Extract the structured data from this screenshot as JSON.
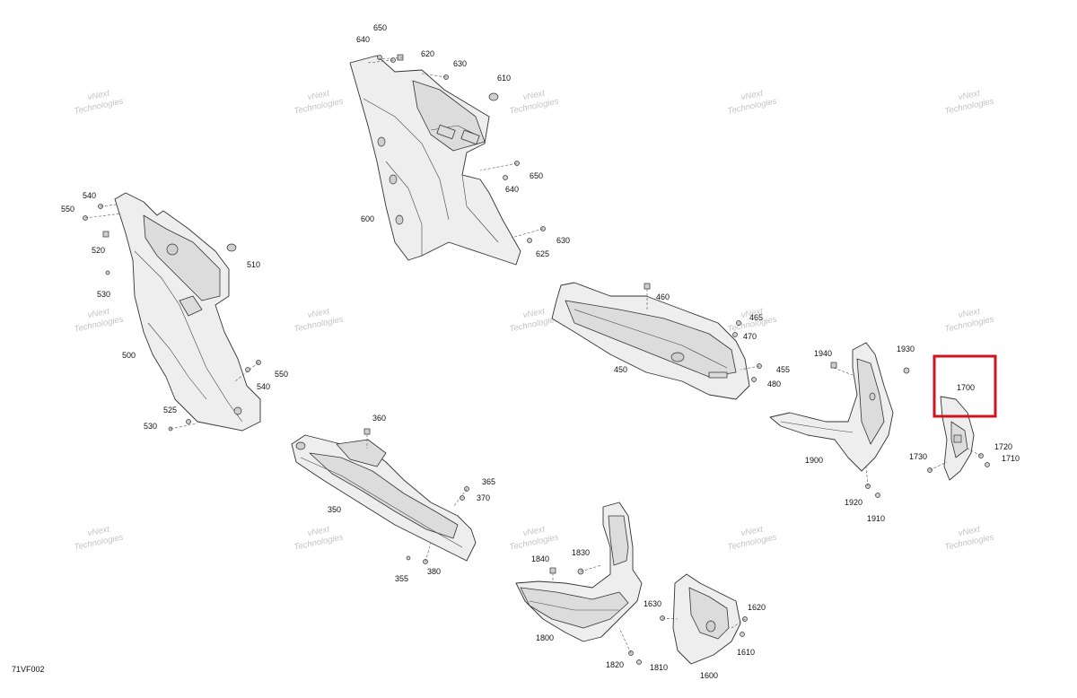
{
  "diagram_code": "71VF002",
  "watermark": {
    "line1": "vNext",
    "line2": "Technologies"
  },
  "highlight_color": "#d0131e",
  "callouts": {
    "c650a": "650",
    "c640a": "640",
    "c620": "620",
    "c630a": "630",
    "c610": "610",
    "c600": "600",
    "c640b": "640",
    "c650b": "650",
    "c630b": "630",
    "c625": "625",
    "c540a": "540",
    "c550a": "550",
    "c520": "520",
    "c510": "510",
    "c530a": "530",
    "c500": "500",
    "c550b": "550",
    "c540b": "540",
    "c525": "525",
    "c530b": "530",
    "c460": "460",
    "c465": "465",
    "c470": "470",
    "c455": "455",
    "c480": "480",
    "c450": "450",
    "c1940": "1940",
    "c1930": "1930",
    "c1900": "1900",
    "c1920": "1920",
    "c1910": "1910",
    "c1700": "1700",
    "c1720": "1720",
    "c1710": "1710",
    "c1730": "1730",
    "c360": "360",
    "c365": "365",
    "c370": "370",
    "c350": "350",
    "c355": "355",
    "c380": "380",
    "c1840": "1840",
    "c1830": "1830",
    "c1800": "1800",
    "c1820": "1820",
    "c1810": "1810",
    "c1630": "1630",
    "c1620": "1620",
    "c1610": "1610",
    "c1600": "1600"
  }
}
